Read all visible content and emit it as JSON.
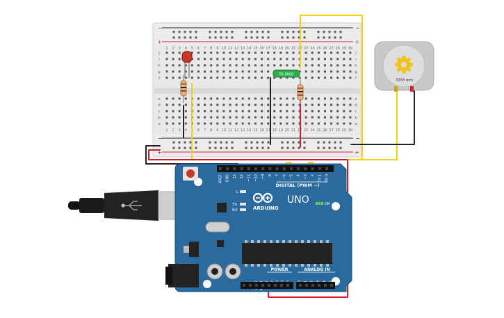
{
  "breadboard": {
    "rail_plus": "+",
    "rail_minus": "−",
    "rows_top": [
      "j",
      "i",
      "h",
      "g",
      "f"
    ],
    "rows_bottom": [
      "e",
      "d",
      "c",
      "b",
      "a"
    ],
    "columns": [
      "1",
      "2",
      "3",
      "4",
      "5",
      "6",
      "7",
      "8",
      "9",
      "10",
      "11",
      "12",
      "13",
      "14",
      "15",
      "16",
      "17",
      "18",
      "19",
      "20",
      "21",
      "22",
      "23",
      "24",
      "25",
      "26",
      "27",
      "28",
      "29",
      "30"
    ]
  },
  "sensor": {
    "label": "5K 0000"
  },
  "motor": {
    "rpm_text": "-5555 rpm"
  },
  "arduino": {
    "brand": "ARDUINO",
    "model": "UNO",
    "digital_header": "DIGITAL (PWM ~)",
    "power_header": "POWER",
    "analog_header": "ANALOG IN",
    "on_label": "ON",
    "led_l": "L",
    "led_tx": "TX",
    "led_rx": "RX",
    "digital_pins": [
      "AREF",
      "GND",
      "13",
      "12",
      "~11",
      "~10",
      "~9",
      "8",
      "7",
      "~6",
      "~5",
      "4",
      "~3",
      "2",
      "TX 1",
      "RX 0"
    ],
    "power_pins": [
      "IOREF",
      "RESET",
      "3.3V",
      "5V",
      "GND",
      "GND",
      "Vin"
    ],
    "analog_pins": [
      "A0",
      "A1",
      "A2",
      "A3",
      "A4",
      "A5"
    ]
  },
  "colors": {
    "board_blue": "#2a6a9e",
    "wire_yellow": "#f1d21b",
    "wire_red": "#d1202a",
    "wire_black": "#222222",
    "breadboard": "#e6e6e6"
  }
}
